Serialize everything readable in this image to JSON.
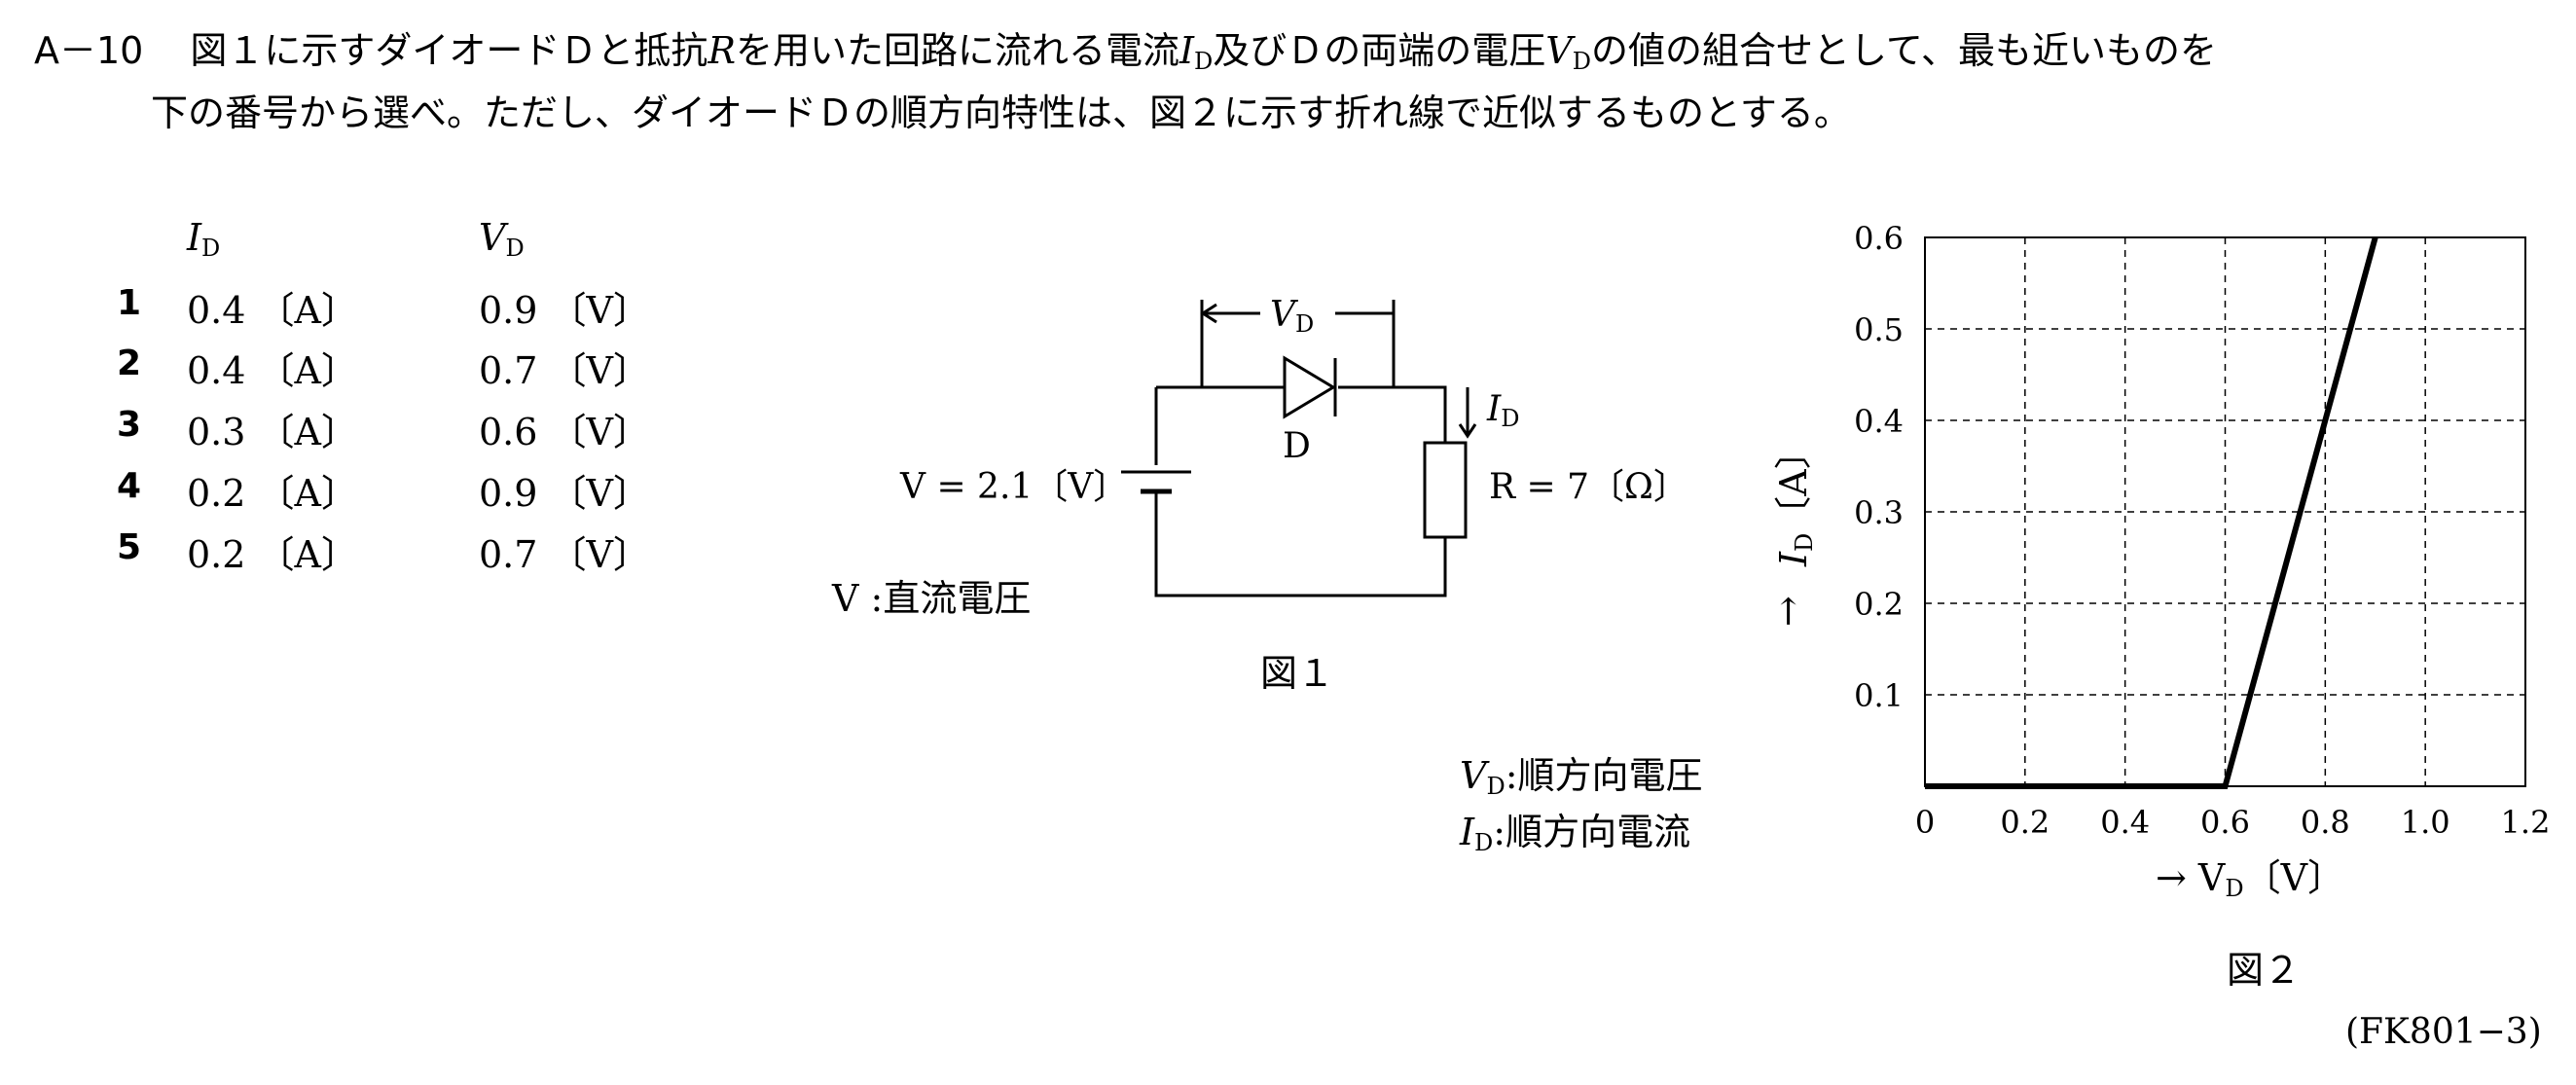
{
  "question": {
    "number": "A－10",
    "line1_a": "図１に示すダイオードＤと抵抗",
    "line1_R": "R",
    "line1_b": "を用いた回路に流れる電流",
    "line1_I": "I",
    "line1_D1": "D",
    "line1_c": "及びＤの両端の電圧",
    "line1_V": "V",
    "line1_D2": "D",
    "line1_d": "の値の組合せとして、最も近いものを",
    "line2": "下の番号から選べ。ただし、ダイオードＤの順方向特性は、図２に示す折れ線で近似するものとする。"
  },
  "options": {
    "header_I": "I",
    "header_V": "V",
    "header_sub": "D",
    "rows": [
      {
        "num": "1",
        "i": "0.4 〔A〕",
        "v": "0.9 〔V〕"
      },
      {
        "num": "2",
        "i": "0.4 〔A〕",
        "v": "0.7 〔V〕"
      },
      {
        "num": "3",
        "i": "0.3 〔A〕",
        "v": "0.6 〔V〕"
      },
      {
        "num": "4",
        "i": "0.2 〔A〕",
        "v": "0.9 〔V〕"
      },
      {
        "num": "5",
        "i": "0.2 〔A〕",
        "v": "0.7 〔V〕"
      }
    ]
  },
  "figure1": {
    "vd_label": "V",
    "vd_sub": "D",
    "diode_label": "D",
    "id_label": "I",
    "id_sub": "D",
    "source_label": "V = 2.1〔V〕",
    "resistor_label": "R = 7〔Ω〕",
    "v_def": "V  :直流電圧",
    "caption": "図１",
    "legend_vd": ":順方向電圧",
    "legend_id": ":順方向電流",
    "legend_V": "V",
    "legend_I": "I",
    "legend_sub": "D"
  },
  "figure2": {
    "caption": "図２",
    "x_label": "→  V",
    "x_label_sub": "D",
    "x_unit": "〔V〕",
    "y_label": "I",
    "y_label_sub": "D",
    "y_unit": "〔A〕",
    "y_arrow": "→",
    "x_ticks": [
      "0",
      "0.2",
      "0.4",
      "0.6",
      "0.8",
      "1.0",
      "1.2"
    ],
    "y_ticks": [
      "0.1",
      "0.2",
      "0.3",
      "0.4",
      "0.5",
      "0.6"
    ]
  },
  "chart_data": {
    "type": "line",
    "xlabel": "V_D〔V〕",
    "ylabel": "I_D〔A〕",
    "xlim": [
      0,
      1.2
    ],
    "ylim": [
      0,
      0.6
    ],
    "grid": true,
    "series": [
      {
        "x": [
          0,
          0.6,
          0.9
        ],
        "values": [
          0,
          0,
          0.6
        ]
      }
    ]
  },
  "footer": {
    "code": "(FK801−3)"
  }
}
